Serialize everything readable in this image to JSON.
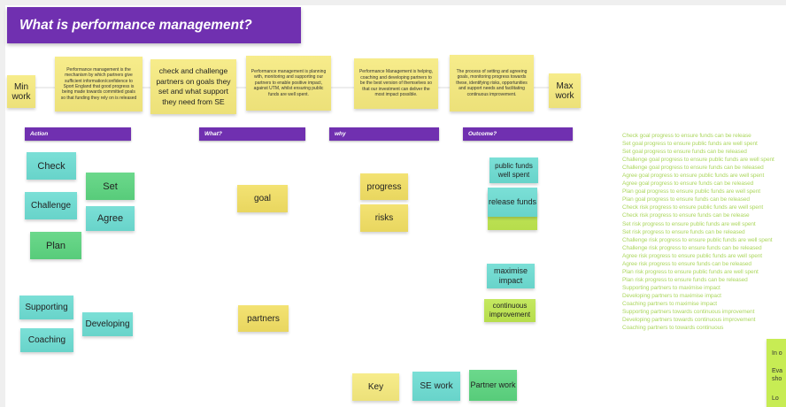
{
  "board": {
    "title": "What is performance management?"
  },
  "spectrum": {
    "min_label": "Min work",
    "max_label": "Max work"
  },
  "definitions": {
    "mechanism": "Performance management is the mechanism by which partners give sufficient information/confidence to Sport England that good progress is being made towards committed goals so that funding they rely on is released",
    "check_challenge": "check and challenge partners on goals they set and what support they need from SE",
    "planning": "Performance management is planning with, monitoring and supporting our partners to enable positive impact, against UTM, whilst ensuring public funds are well spent.",
    "helping": "Performance Management is helping, coaching and developing partners to be the best version of themselves so that our investment can deliver the most impact possible.",
    "process": "The process of setting and agreeing goals, monitoring progress towards these, identifying risks, opportunities and support needs and facilitating continuous improvement."
  },
  "column_headers": {
    "action": "Action",
    "what": "What?",
    "why": "why",
    "outcome": "Outcome?"
  },
  "action_notes": {
    "check": "Check",
    "set": "Set",
    "challenge": "Challenge",
    "agree": "Agree",
    "plan": "Plan",
    "supporting": "Supporting",
    "coaching": "Coaching",
    "developing": "Developing"
  },
  "what_notes": {
    "goal": "goal",
    "partners": "partners"
  },
  "why_notes": {
    "progress": "progress",
    "risks": "risks"
  },
  "outcome_notes": {
    "public_funds": "public funds well spent",
    "release_funds": "release funds",
    "maximise_impact": "maximise impact",
    "continuous_improvement": "continuous improvement"
  },
  "statements": [
    "Check goal progress to ensure funds can be release",
    "Set goal progress to ensure public funds are well spent",
    "Set goal progress to ensure funds can be released",
    "Challenge goal progress to ensure public funds are well spent",
    "Challenge goal progress to ensure funds can be released",
    "Agree goal progress to ensure public funds are well spent",
    "Agree goal progress to ensure funds can be released",
    "Plan goal progress to ensure public funds are well spent",
    "Plan goal progress to ensure funds can be released",
    "Check risk progress to ensure public funds are well spent",
    "Check risk progress to ensure funds can be release",
    "Set risk progress to ensure public funds are well spent",
    "Set risk progress to ensure funds can be released",
    "Challenge risk progress to ensure public funds are well spent",
    "Challenge risk progress to ensure funds can be released",
    "Agree risk progress to ensure public funds are well spent",
    "Agree risk progress to ensure funds can be released",
    "Plan risk progress to ensure public funds are well spent",
    "Plan risk progress to ensure funds can be released",
    "Supporting partners to maximise impact",
    "Developing partners to maximise impact",
    "Coaching partners to maximise impact",
    "Supporting partners towards continuous improvement",
    "Developing partners towards continuous improvement",
    "Coaching partners to towards continuous"
  ],
  "legend": {
    "key": "Key",
    "se_work": "SE work",
    "partner_work": "Partner work"
  },
  "edge_note": {
    "line1": "In o",
    "line2": "Eva",
    "line3": "sho",
    "line4": "Lo"
  },
  "colors": {
    "purple": "#7030B0",
    "teal": "#6CDCD2",
    "green": "#5BD47F",
    "lime": "#BEE64F",
    "yellow": "#F6EA7E",
    "yellow_deep": "#F2DF63",
    "statement_green": "#ACD75F"
  }
}
